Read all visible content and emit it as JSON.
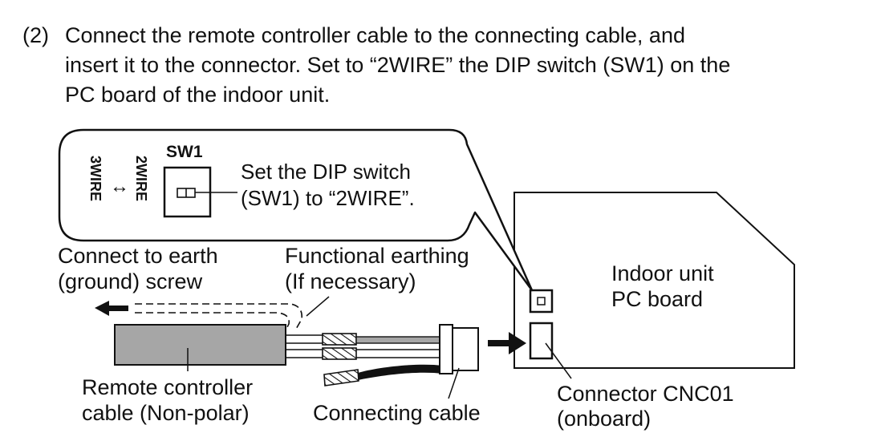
{
  "instruction": {
    "number": "(2)",
    "lines": [
      "Connect the remote controller cable to the connecting cable, and",
      "insert it to the connector. Set to “2WIRE” the DIP switch (SW1) on the",
      "PC board of the indoor unit."
    ]
  },
  "callout": {
    "switch_name": "SW1",
    "mode_2wire": "2WIRE",
    "mode_3wire": "3WIRE",
    "arrow_glyph": "↔",
    "note_line1": "Set the DIP switch",
    "note_line2": "(SW1) to “2WIRE”."
  },
  "labels": {
    "earth_line1": "Connect to earth",
    "earth_line2": "(ground) screw",
    "functional_line1": "Functional earthing",
    "functional_line2": "(If necessary)",
    "pcb_line1": "Indoor unit",
    "pcb_line2": "PC board",
    "remote_line1": "Remote controller",
    "remote_line2": "cable (Non-polar)",
    "connecting_cable": "Connecting cable",
    "connector_line1": "Connector CNC01",
    "connector_line2": "(onboard)"
  },
  "colors": {
    "outline": "#111111",
    "cable_fill": "#a6a6a6",
    "wire_black": "#111111"
  }
}
